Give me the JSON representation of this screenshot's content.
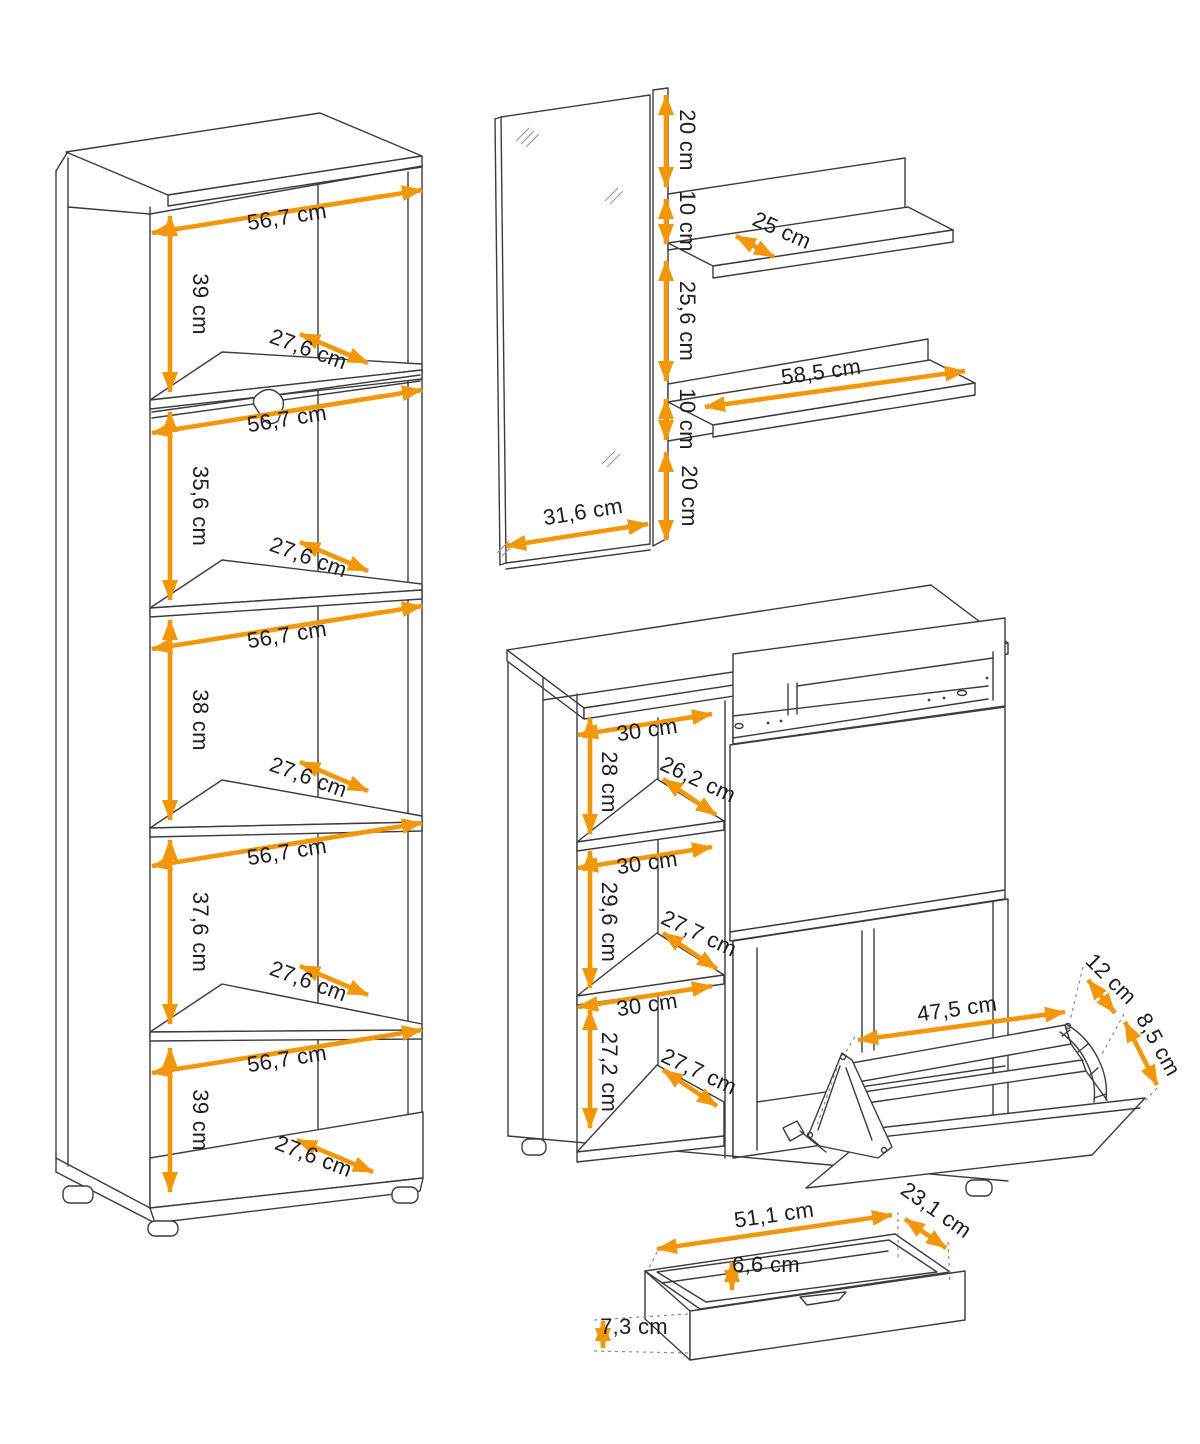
{
  "diagram": {
    "type": "furniture-dimension-drawing",
    "unit": "cm",
    "colors": {
      "arrow": "#F2960A",
      "line": "#3c3c3b",
      "text": "#1d1d1b",
      "background": "#ffffff"
    },
    "tall_cabinet": {
      "widths": [
        "56,7 cm",
        "56,7 cm",
        "56,7 cm",
        "56,7 cm",
        "56,7 cm"
      ],
      "heights": [
        "39 cm",
        "35,6 cm",
        "38 cm",
        "37,6 cm",
        "39 cm"
      ],
      "depths": [
        "27,6 cm",
        "27,6 cm",
        "27,6 cm",
        "27,6 cm",
        "27,6 cm"
      ]
    },
    "mirror": {
      "width": "31,6 cm"
    },
    "wall_shelves": {
      "top_gap": "20 cm",
      "upper_gap": "10 cm",
      "upper_shelf_depth": "25 cm",
      "middle_gap": "25,6 cm",
      "lower_shelf_width": "58,5 cm",
      "lower_gap": "10 cm",
      "bottom_gap": "20 cm"
    },
    "shoe_cabinet": {
      "widths": [
        "30 cm",
        "30 cm",
        "30 cm"
      ],
      "heights": [
        "28 cm",
        "29,6 cm",
        "27,2 cm"
      ],
      "depths": [
        "26,2 cm",
        "27,7 cm",
        "27,7 cm"
      ],
      "flap": {
        "width": "47,5 cm",
        "top_depth": "12 cm",
        "side_depth": "8,5 cm"
      }
    },
    "drawer": {
      "width": "51,1 cm",
      "depth": "23,1 cm",
      "inner_height": "6,6 cm",
      "front_height": "7,3 cm"
    }
  }
}
